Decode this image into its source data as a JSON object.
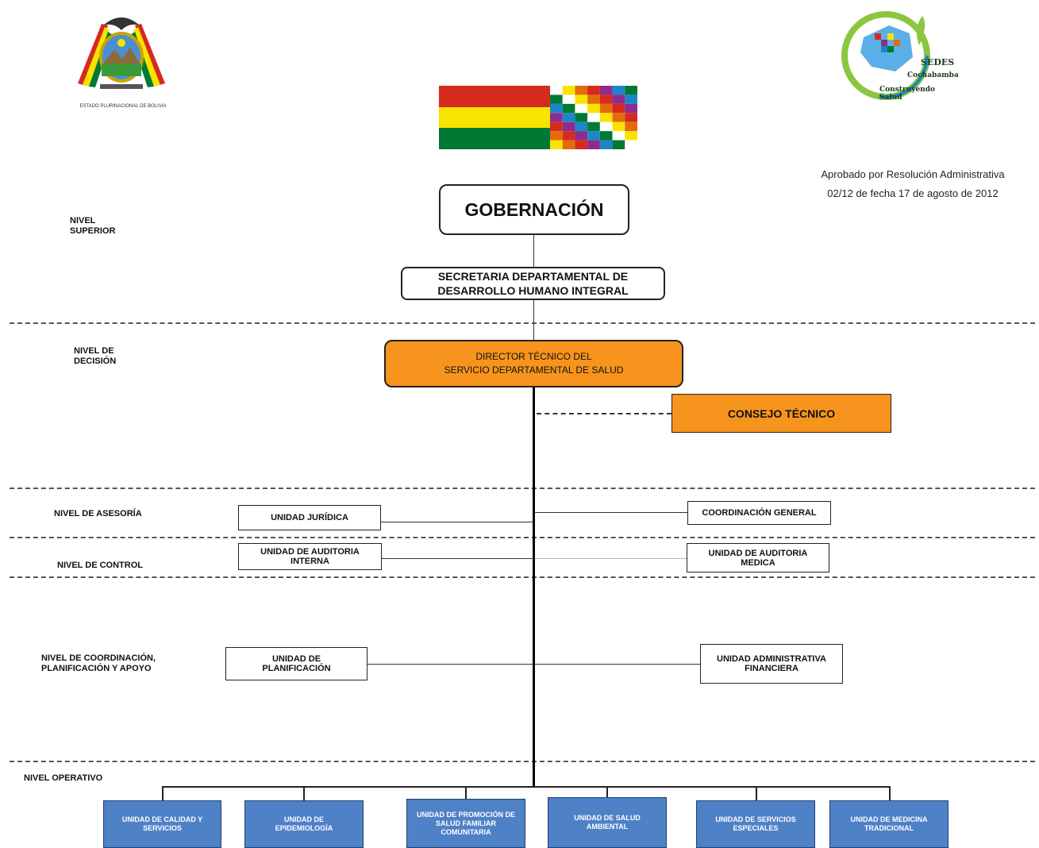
{
  "header": {
    "coat_of_arms_caption": "ESTADO PLURINACIONAL DE BOLIVIA",
    "sedes_logo": {
      "name": "SEDES",
      "region": "Cochabamba",
      "tagline": "Construyendo Salud"
    },
    "approval_line1": "Aprobado por Resolución Administrativa",
    "approval_line2": "02/12 de fecha 17 de agosto de 2012"
  },
  "levels": {
    "superior": "NIVEL SUPERIOR",
    "decision": "NIVEL DE DECISIÓN",
    "asesoria": "NIVEL DE ASESORÍA",
    "control": "NIVEL DE CONTROL",
    "coordinacion_line1": "NIVEL DE COORDINACIÓN,",
    "coordinacion_line2": "PLANIFICACIÓN Y APOYO",
    "operativo": "NIVEL OPERATIVO"
  },
  "nodes": {
    "gobernacion": "GOBERNACIÓN",
    "secretaria_line1": "SECRETARIA DEPARTAMENTAL DE",
    "secretaria_line2": "DESARROLLO HUMANO INTEGRAL",
    "director_line1": "DIRECTOR TÉCNICO DEL",
    "director_line2": "SERVICIO DEPARTAMENTAL DE SALUD",
    "consejo": "CONSEJO TÉCNICO",
    "juridica": "UNIDAD JURÍDICA",
    "coordinacion_general": "COORDINACIÓN GENERAL",
    "auditoria_interna": "UNIDAD DE AUDITORIA INTERNA",
    "auditoria_medica": "UNIDAD DE AUDITORIA MEDICA",
    "planificacion": "UNIDAD DE PLANIFICACIÓN",
    "administrativa": "UNIDAD ADMINISTRATIVA FINANCIERA"
  },
  "operative_units": [
    "UNIDAD DE CALIDAD Y SERVICIOS",
    "UNIDAD DE EPIDEMIOLOGÍA",
    "UNIDAD DE PROMOCIÓN DE SALUD FAMILIAR COMUNITARIA",
    "UNIDAD DE SALUD AMBIENTAL",
    "UNIDAD DE SERVICIOS ESPECIALES",
    "UNIDAD DE MEDICINA TRADICIONAL"
  ],
  "colors": {
    "orange": "#f7941d",
    "blue": "#4f81c7",
    "flag_red": "#d52b1e",
    "flag_yellow": "#f9e300",
    "flag_green": "#007934"
  }
}
